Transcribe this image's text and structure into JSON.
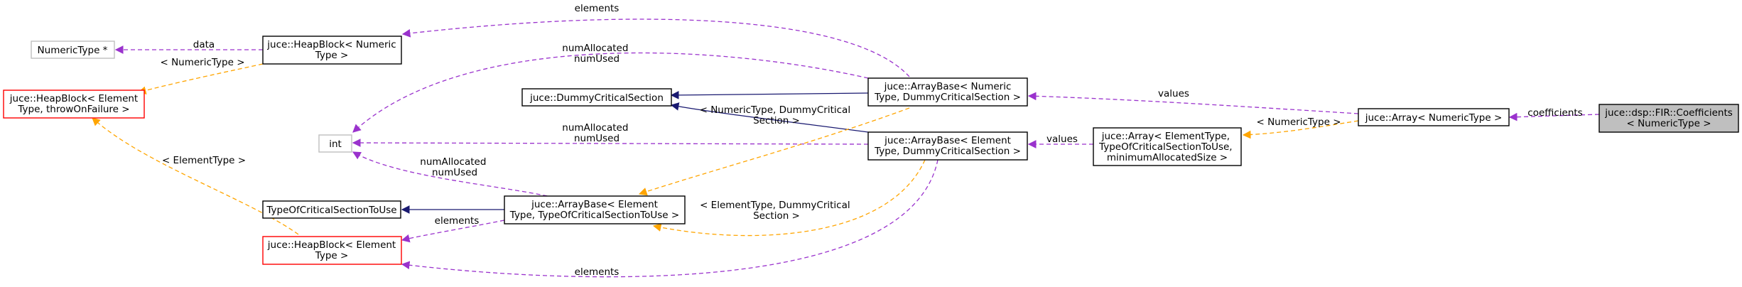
{
  "diagram": {
    "nodes": {
      "coefficients": [
        "juce::dsp::FIR::Coefficients",
        "< NumericType >"
      ],
      "array_numeric": [
        "juce::Array< NumericType >"
      ],
      "array_element": [
        "juce::Array< ElementType,",
        "TypeOfCriticalSectionToUse,",
        "minimumAllocatedSize >"
      ],
      "arraybase_numeric": [
        "juce::ArrayBase< Numeric",
        "Type, DummyCriticalSection >"
      ],
      "arraybase_element_dummy": [
        "juce::ArrayBase< Element",
        "Type, DummyCriticalSection >"
      ],
      "arraybase_element_tcs": [
        "juce::ArrayBase< Element",
        "Type, TypeOfCriticalSectionToUse >"
      ],
      "dummy_cs": [
        "juce::DummyCriticalSection"
      ],
      "int_type": [
        "int"
      ],
      "tcs": [
        "TypeOfCriticalSectionToUse"
      ],
      "heapblock_numeric": [
        "juce::HeapBlock< Numeric",
        "Type >"
      ],
      "numerictype_ptr": [
        "NumericType *"
      ],
      "heapblock_generic": [
        "juce::HeapBlock< Element",
        "Type, throwOnFailure >"
      ],
      "heapblock_element": [
        "juce::HeapBlock< Element",
        "Type >"
      ]
    },
    "edge_labels": {
      "coefficients": [
        "coefficients"
      ],
      "values_top": [
        "values"
      ],
      "numerictype_tmpl": [
        "< NumericType >"
      ],
      "values_mid": [
        "values"
      ],
      "elements_top": [
        "elements"
      ],
      "numalloc_top": [
        "numAllocated",
        "numUsed"
      ],
      "numalloc_mid": [
        "numAllocated",
        "numUsed"
      ],
      "numalloc_low": [
        "numAllocated",
        "numUsed"
      ],
      "data": [
        "data"
      ],
      "heap_numerictype": [
        "< NumericType >"
      ],
      "heap_elementtype": [
        "< ElementType >"
      ],
      "numerictype_dummy": [
        "< NumericType, DummyCritical",
        "Section >"
      ],
      "elementtype_dummy": [
        "< ElementType, DummyCritical",
        "Section >"
      ],
      "elements_mid": [
        "elements"
      ],
      "elements_bottom": [
        "elements"
      ]
    },
    "colors": {
      "member_edge": "#9a32cd",
      "template_edge": "#ffa500",
      "inherit_edge": "#191970",
      "focus_fill": "#bfbfbf",
      "red_border": "#ff0000",
      "grey_border": "#bfbfbf"
    }
  }
}
